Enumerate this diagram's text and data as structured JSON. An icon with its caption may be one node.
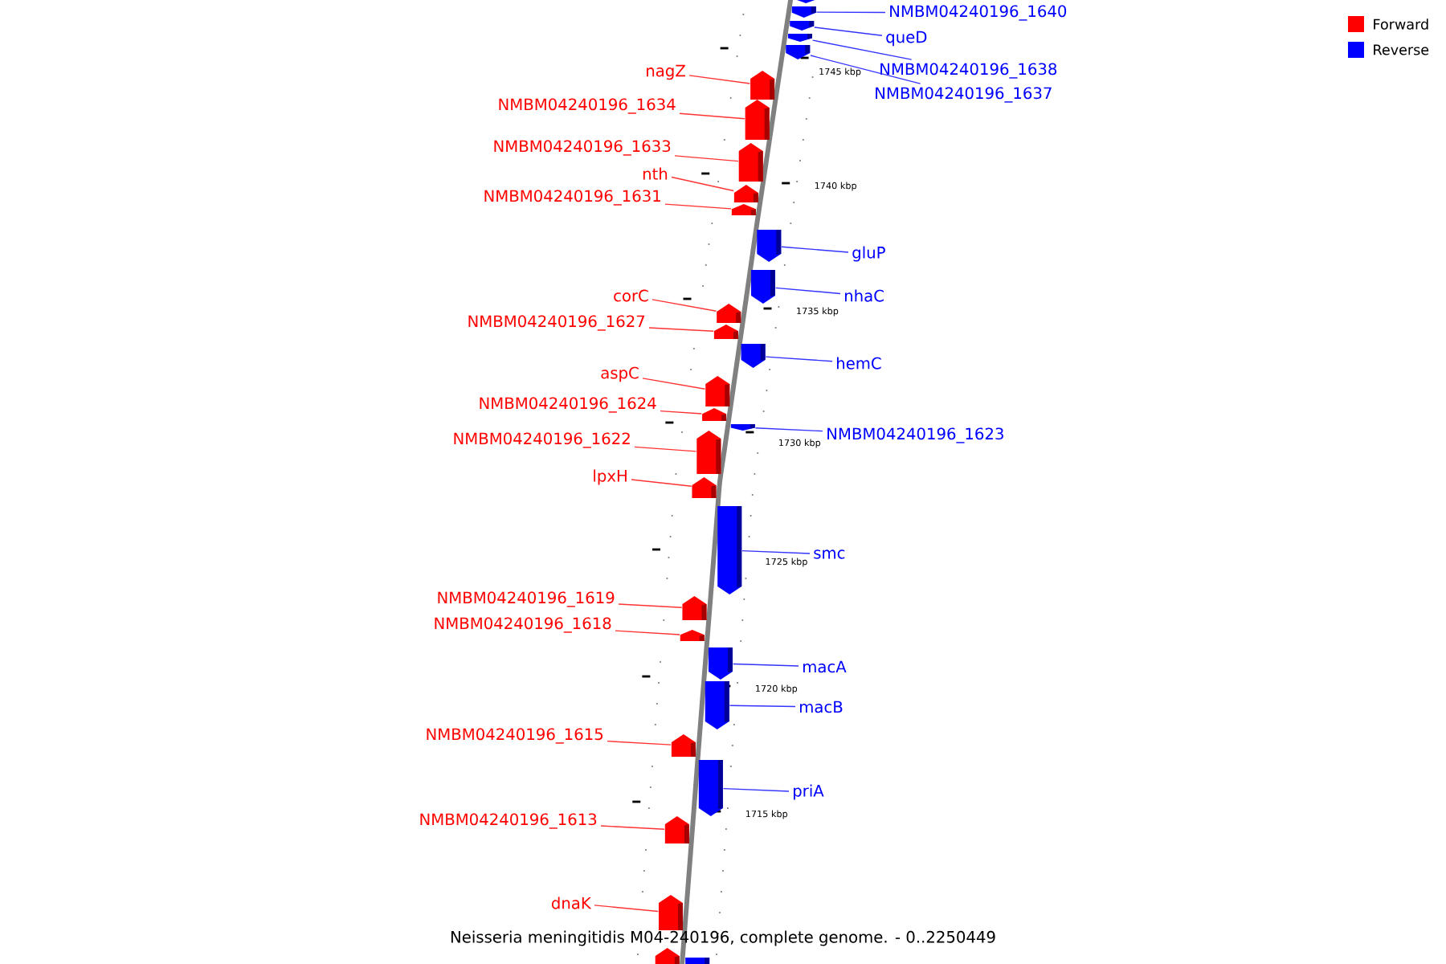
{
  "diagram": {
    "caption": "Neisseria meningitidis M04-240196, complete genome. - 0..2250449",
    "nodes": [
      {
        "text": [],
        "shape": "arrow"
      },
      {
        "text": [
          "NMBM04240196_1640"
        ]
      },
      {
        "text": [],
        "shape": "arrow"
      },
      {
        "text": [
          "queD"
        ]
      },
      {
        "text": [],
        "shape": "arrow"
      },
      {
        "text": [
          "NMBM04240196_1638"
        ]
      },
      {
        "text": [],
        "shape": "arrow"
      },
      {
        "text": [
          "nagZ"
        ]
      },
      {
        "text": [],
        "shape": "arrow"
      },
      {
        "text": [
          "NMBM04240196_1637"
        ]
      },
      {
        "text": [],
        "shape": "arrow"
      },
      {
        "text": [
          "NMBM04240196_1634"
        ]
      },
      {
        "text": [],
        "shape": "arrow"
      },
      {
        "text": [
          "NMBM04240196_1633"
        ]
      },
      {
        "text": [],
        "shape": "arrow"
      },
      {
        "text": [
          "nth"
        ]
      },
      {
        "text": [],
        "shape": "arrow"
      },
      {
        "text": [
          "NMBM04240196_1631"
        ]
      },
      {
        "text": [],
        "shape": "arrow"
      },
      {
        "text": [
          "gluP"
        ]
      },
      {
        "text": [],
        "shape": "arrow"
      },
      {
        "text": [
          "corC"
        ]
      },
      {
        "text": [],
        "shape": "arrow"
      },
      {
        "text": [
          "nhaC"
        ]
      },
      {
        "text": [],
        "shape": "arrow"
      },
      {
        "text": [
          "NMBM04240196_1627"
        ]
      },
      {
        "text": [],
        "shape": "arrow"
      },
      {
        "text": [
          "hemC"
        ]
      },
      {
        "text": [],
        "shape": "arrow"
      },
      {
        "text": [
          "aspC"
        ]
      },
      {
        "text": [],
        "shape": "arrow"
      },
      {
        "text": [
          "NMBM04240196_1624"
        ]
      },
      {
        "text": [],
        "shape": "arrow"
      },
      {
        "text": [
          "NMBM04240196_1623"
        ]
      },
      {
        "text": [],
        "shape": "arrow"
      },
      {
        "text": [
          "NMBM04240196_1622"
        ]
      },
      {
        "text": [],
        "shape": "arrow"
      },
      {
        "text": [
          "lpxH"
        ]
      },
      {
        "text": [],
        "shape": "arrow"
      },
      {
        "text": [
          "smc"
        ]
      },
      {
        "text": [],
        "shape": "arrow"
      },
      {
        "text": [
          "NMBM04240196_1619"
        ]
      },
      {
        "text": [],
        "shape": "arrow"
      },
      {
        "text": [
          "NMBM04240196_1618"
        ]
      },
      {
        "text": [],
        "shape": "arrow"
      },
      {
        "text": [
          "macA"
        ]
      },
      {
        "text": [],
        "shape": "arrow"
      },
      {
        "text": [
          "macB"
        ]
      },
      {
        "text": [],
        "shape": "arrow"
      },
      {
        "text": [
          "NMBM04240196_1615"
        ]
      },
      {
        "text": [],
        "shape": "arrow"
      },
      {
        "text": [
          "priA"
        ]
      },
      {
        "text": [],
        "shape": "arrow"
      },
      {
        "text": [
          "NMBM04240196_1613"
        ]
      },
      {
        "text": [],
        "shape": "arrow"
      },
      {
        "text": [
          "dnaK"
        ]
      },
      {
        "text": [],
        "shape": "arrow"
      },
      {
        "text": [],
        "shape": "arrow"
      },
      {
        "text": [],
        "shape": "arrow"
      }
    ],
    "edges": [
      {
        "from": 1,
        "to": 2,
        "arrow": "none",
        "color": "#3333ff"
      },
      {
        "from": 3,
        "to": 4,
        "arrow": "none",
        "color": "#3333ff"
      },
      {
        "from": 5,
        "to": 6,
        "arrow": "none",
        "color": "#3333ff"
      },
      {
        "from": 7,
        "to": 8,
        "arrow": "none"
      },
      {
        "from": 9,
        "to": 10,
        "arrow": "none",
        "color": "#3333ff"
      },
      {
        "from": 11,
        "to": 12,
        "arrow": "none"
      },
      {
        "from": 13,
        "to": 14,
        "arrow": "none"
      },
      {
        "from": 15,
        "to": 16,
        "arrow": "none"
      },
      {
        "from": 17,
        "to": 18,
        "arrow": "none"
      },
      {
        "from": 19,
        "to": 20,
        "arrow": "none",
        "color": "#3333ff"
      },
      {
        "from": 21,
        "to": 22,
        "arrow": "none"
      },
      {
        "from": 23,
        "to": 24,
        "arrow": "none",
        "color": "#3333ff"
      },
      {
        "from": 25,
        "to": 26,
        "arrow": "none"
      },
      {
        "from": 27,
        "to": 28,
        "arrow": "none",
        "color": "#3333ff"
      },
      {
        "from": 29,
        "to": 30,
        "arrow": "none"
      },
      {
        "from": 31,
        "to": 32,
        "arrow": "none"
      },
      {
        "from": 33,
        "to": 34,
        "arrow": "none",
        "color": "#3333ff"
      },
      {
        "from": 35,
        "to": 36,
        "arrow": "none"
      },
      {
        "from": 37,
        "to": 38,
        "arrow": "none"
      },
      {
        "from": 39,
        "to": 40,
        "arrow": "none",
        "color": "#3333ff"
      },
      {
        "from": 41,
        "to": 42,
        "arrow": "none"
      },
      {
        "from": 43,
        "to": 44,
        "arrow": "none"
      },
      {
        "from": 45,
        "to": 46,
        "arrow": "none",
        "color": "#3333ff"
      },
      {
        "from": 47,
        "to": 48,
        "arrow": "none",
        "color": "#3333ff"
      },
      {
        "from": 49,
        "to": 50,
        "arrow": "none"
      },
      {
        "from": 51,
        "to": 52,
        "arrow": "none",
        "color": "#3333ff"
      },
      {
        "from": 53,
        "to": 54,
        "arrow": "none"
      },
      {
        "from": 55,
        "to": 56,
        "arrow": "none"
      }
    ],
    "labels": [
      "1745 kbp",
      "1740 kbp",
      "1735 kbp",
      "1730 kbp",
      "1725 kbp",
      "1720 kbp",
      "1715 kbp"
    ],
    "legend": [
      {
        "text": "Forward",
        "color": "#ff0000"
      },
      {
        "text": "Reverse",
        "color": "#0000ff"
      }
    ]
  }
}
